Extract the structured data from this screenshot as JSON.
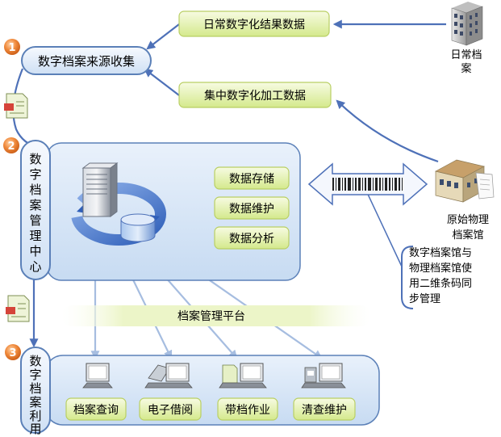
{
  "stages": {
    "s1": {
      "number": "1",
      "title": "数字档案来源收集"
    },
    "s2": {
      "number": "2",
      "title": [
        "数",
        "字",
        "档",
        "案",
        "管",
        "理",
        "中",
        "心"
      ]
    },
    "s3": {
      "number": "3",
      "title": [
        "数",
        "字",
        "档",
        "案",
        "利",
        "用"
      ]
    }
  },
  "sources": {
    "daily_result": "日常数字化结果数据",
    "central_processing": "集中数字化加工数据",
    "daily_archive_label": [
      "日常档",
      "案"
    ],
    "physical_archive_label": [
      "原始物理",
      "档案馆"
    ]
  },
  "management": {
    "storage": "数据存储",
    "maintenance": "数据维护",
    "analysis": "数据分析"
  },
  "platform": {
    "label": "档案管理平台"
  },
  "note": {
    "lines": [
      "数字档案馆与",
      "物理档案馆使",
      "用二维条码同",
      "步管理"
    ]
  },
  "usage": {
    "items": [
      "档案查询",
      "电子借阅",
      "带档作业",
      "清查维护"
    ]
  },
  "colors": {
    "box_fill_top": "#f4fad6",
    "box_fill_bottom": "#d6eb8f",
    "box_stroke": "#b9cf64",
    "stage_fill_top": "#f2f7fd",
    "stage_fill_bottom": "#cddff3",
    "stage_stroke": "#5b80b8",
    "arrow": "#4e71b8",
    "badge": "#ee7b2f"
  }
}
